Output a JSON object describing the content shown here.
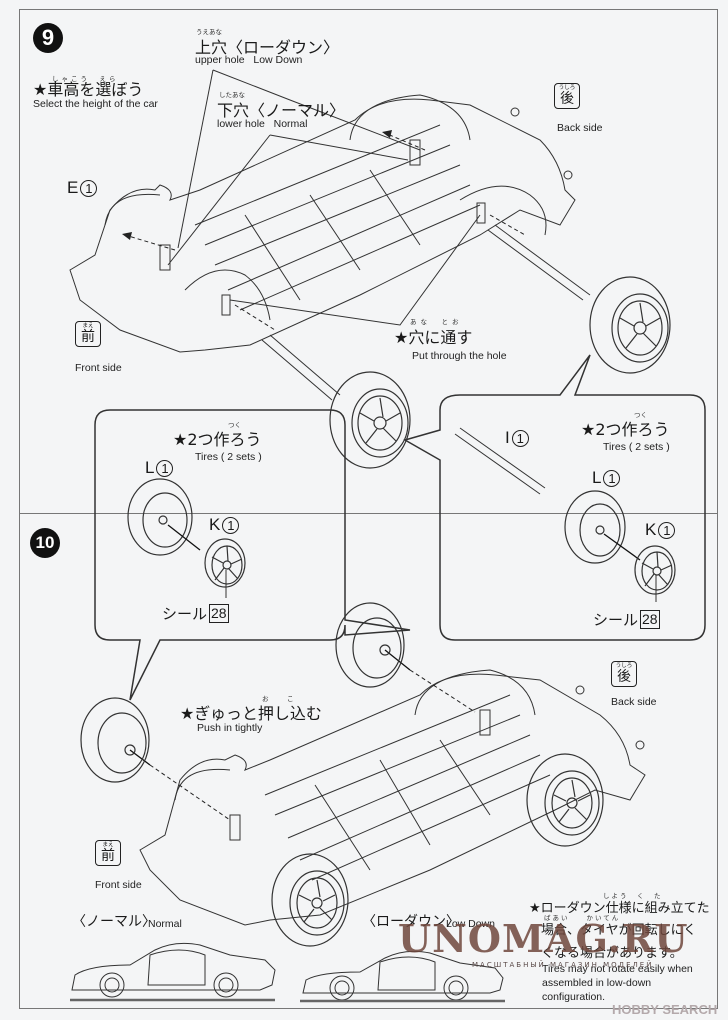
{
  "document": {
    "type": "assembly-instructions",
    "steps": [
      {
        "number": "9",
        "heading": {
          "ruby": "しゃこう　えら",
          "jp": "★車高を選ぼう",
          "en": "Select the height of the car"
        },
        "upper_hole": {
          "ruby": "うえあな",
          "jp": "上穴〈ローダウン〉",
          "en": "upper hole   Low Down"
        },
        "lower_hole": {
          "ruby": "したあな",
          "jp": "下穴〈ノーマル〉",
          "en": "lower hole   Normal"
        },
        "part_label": {
          "letter": "E",
          "qty": "1"
        },
        "front": {
          "ruby": "まえ",
          "kanji": "前",
          "en": "Front side"
        },
        "back": {
          "ruby": "うしろ",
          "kanji": "後",
          "en": "Back side"
        },
        "through_hole": {
          "ruby": "あな　とお",
          "jp": "★穴に通す",
          "en": "Put through the hole"
        },
        "tire_callout": {
          "ruby": "つく",
          "jp": "★2つ作ろう",
          "en": "Tires ( 2 sets )",
          "parts": [
            {
              "letter": "I",
              "qty": "1"
            },
            {
              "letter": "L",
              "qty": "1"
            },
            {
              "letter": "K",
              "qty": "1"
            }
          ],
          "seal_label": "シール",
          "seal_number": "28"
        }
      },
      {
        "number": "10",
        "tire_callout": {
          "ruby": "つく",
          "jp": "★2つ作ろう",
          "en": "Tires ( 2 sets )",
          "parts": [
            {
              "letter": "L",
              "qty": "1"
            },
            {
              "letter": "K",
              "qty": "1"
            }
          ],
          "seal_label": "シール",
          "seal_number": "28"
        },
        "push": {
          "ruby": "お　こ",
          "jp": "★ぎゅっと押し込む",
          "en": "Push in tightly"
        },
        "front": {
          "ruby": "まえ",
          "kanji": "前",
          "en": "Front side"
        },
        "back": {
          "ruby": "うしろ",
          "kanji": "後",
          "en": "Back side"
        },
        "normal": {
          "jp": "〈ノーマル〉",
          "en": "Normal"
        },
        "lowdown": {
          "jp": "〈ローダウン〉",
          "en": "Low Down"
        },
        "note": {
          "ruby1": "しよう　く　た",
          "line1": "★ローダウン仕様に組み立てた",
          "ruby2": "ばあい　　かいてん",
          "line2": "場合、タイヤが回転しにく",
          "line3": "くなる場合があります。",
          "en": "Tires may not rotate easily when assembled in low-down configuration."
        }
      }
    ]
  },
  "watermarks": {
    "unomag": "UNOMAG.RU",
    "unomag_sub": "МАСШТАБНЫЙ МАГАЗИН МОДЕЛЕЙ",
    "hobbysearch": "HOBBY SEARCH"
  }
}
